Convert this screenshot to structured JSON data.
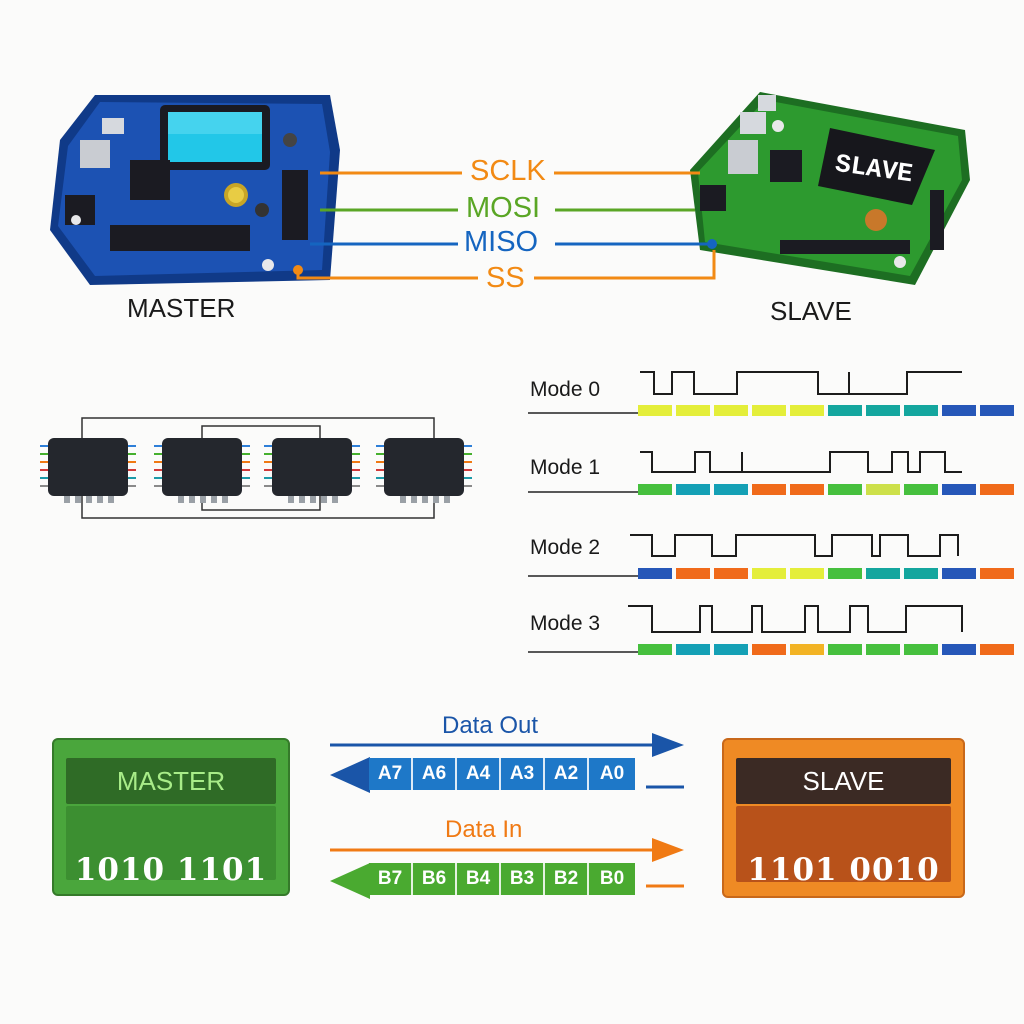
{
  "connection": {
    "master_label": "MASTER",
    "slave_label": "SLAVE",
    "slave_chip_text": "SLAVE",
    "signals": [
      {
        "name": "SCLK",
        "color": "#f28a14"
      },
      {
        "name": "MOSI",
        "color": "#5aa625"
      },
      {
        "name": "MISO",
        "color": "#1565c0"
      },
      {
        "name": "SS",
        "color": "#f28a14"
      }
    ]
  },
  "timing": {
    "modes": [
      {
        "label": "Mode 0",
        "blocks": [
          "#e4ee3a",
          "#e4ee3a",
          "#e4ee3a",
          "#e4ee3a",
          "#e4ee3a",
          "#14a69e",
          "#14a69e",
          "#14a69e",
          "#2657b8",
          "#2657b8"
        ]
      },
      {
        "label": "Mode 1",
        "blocks": [
          "#46c03e",
          "#14a0b5",
          "#14a0b5",
          "#f06a1a",
          "#f06a1a",
          "#46c03e",
          "#cde04a",
          "#46c03e",
          "#2657b8",
          "#f06a1a"
        ]
      },
      {
        "label": "Mode 2",
        "blocks": [
          "#2657b8",
          "#f06a1a",
          "#f06a1a",
          "#e4ee3a",
          "#e4ee3a",
          "#46c03e",
          "#14a69e",
          "#14a69e",
          "#2657b8",
          "#f06a1a"
        ]
      },
      {
        "label": "Mode 3",
        "blocks": [
          "#46c03e",
          "#14a0b5",
          "#14a0b5",
          "#f06a1a",
          "#f2b324",
          "#46c03e",
          "#46c03e",
          "#46c03e",
          "#2657b8",
          "#f06a1a"
        ]
      }
    ]
  },
  "transfer": {
    "master": {
      "title": "MASTER",
      "value": "1010  1101",
      "color": "#4aa63c"
    },
    "slave": {
      "title": "SLAVE",
      "value": "1101  0010",
      "color": "#ef8a24"
    },
    "data_out": {
      "title": "Data Out",
      "cells": [
        "A7",
        "A6",
        "A4",
        "A3",
        "A2",
        "A0"
      ],
      "color": "#1e78c8"
    },
    "data_in": {
      "title": "Data In",
      "cells": [
        "B7",
        "B6",
        "B4",
        "B3",
        "B2",
        "B0"
      ],
      "color": "#4aaa30"
    }
  },
  "colors": {
    "blue": "#1a55a8",
    "orange": "#f07a14",
    "green": "#4aaa30"
  }
}
